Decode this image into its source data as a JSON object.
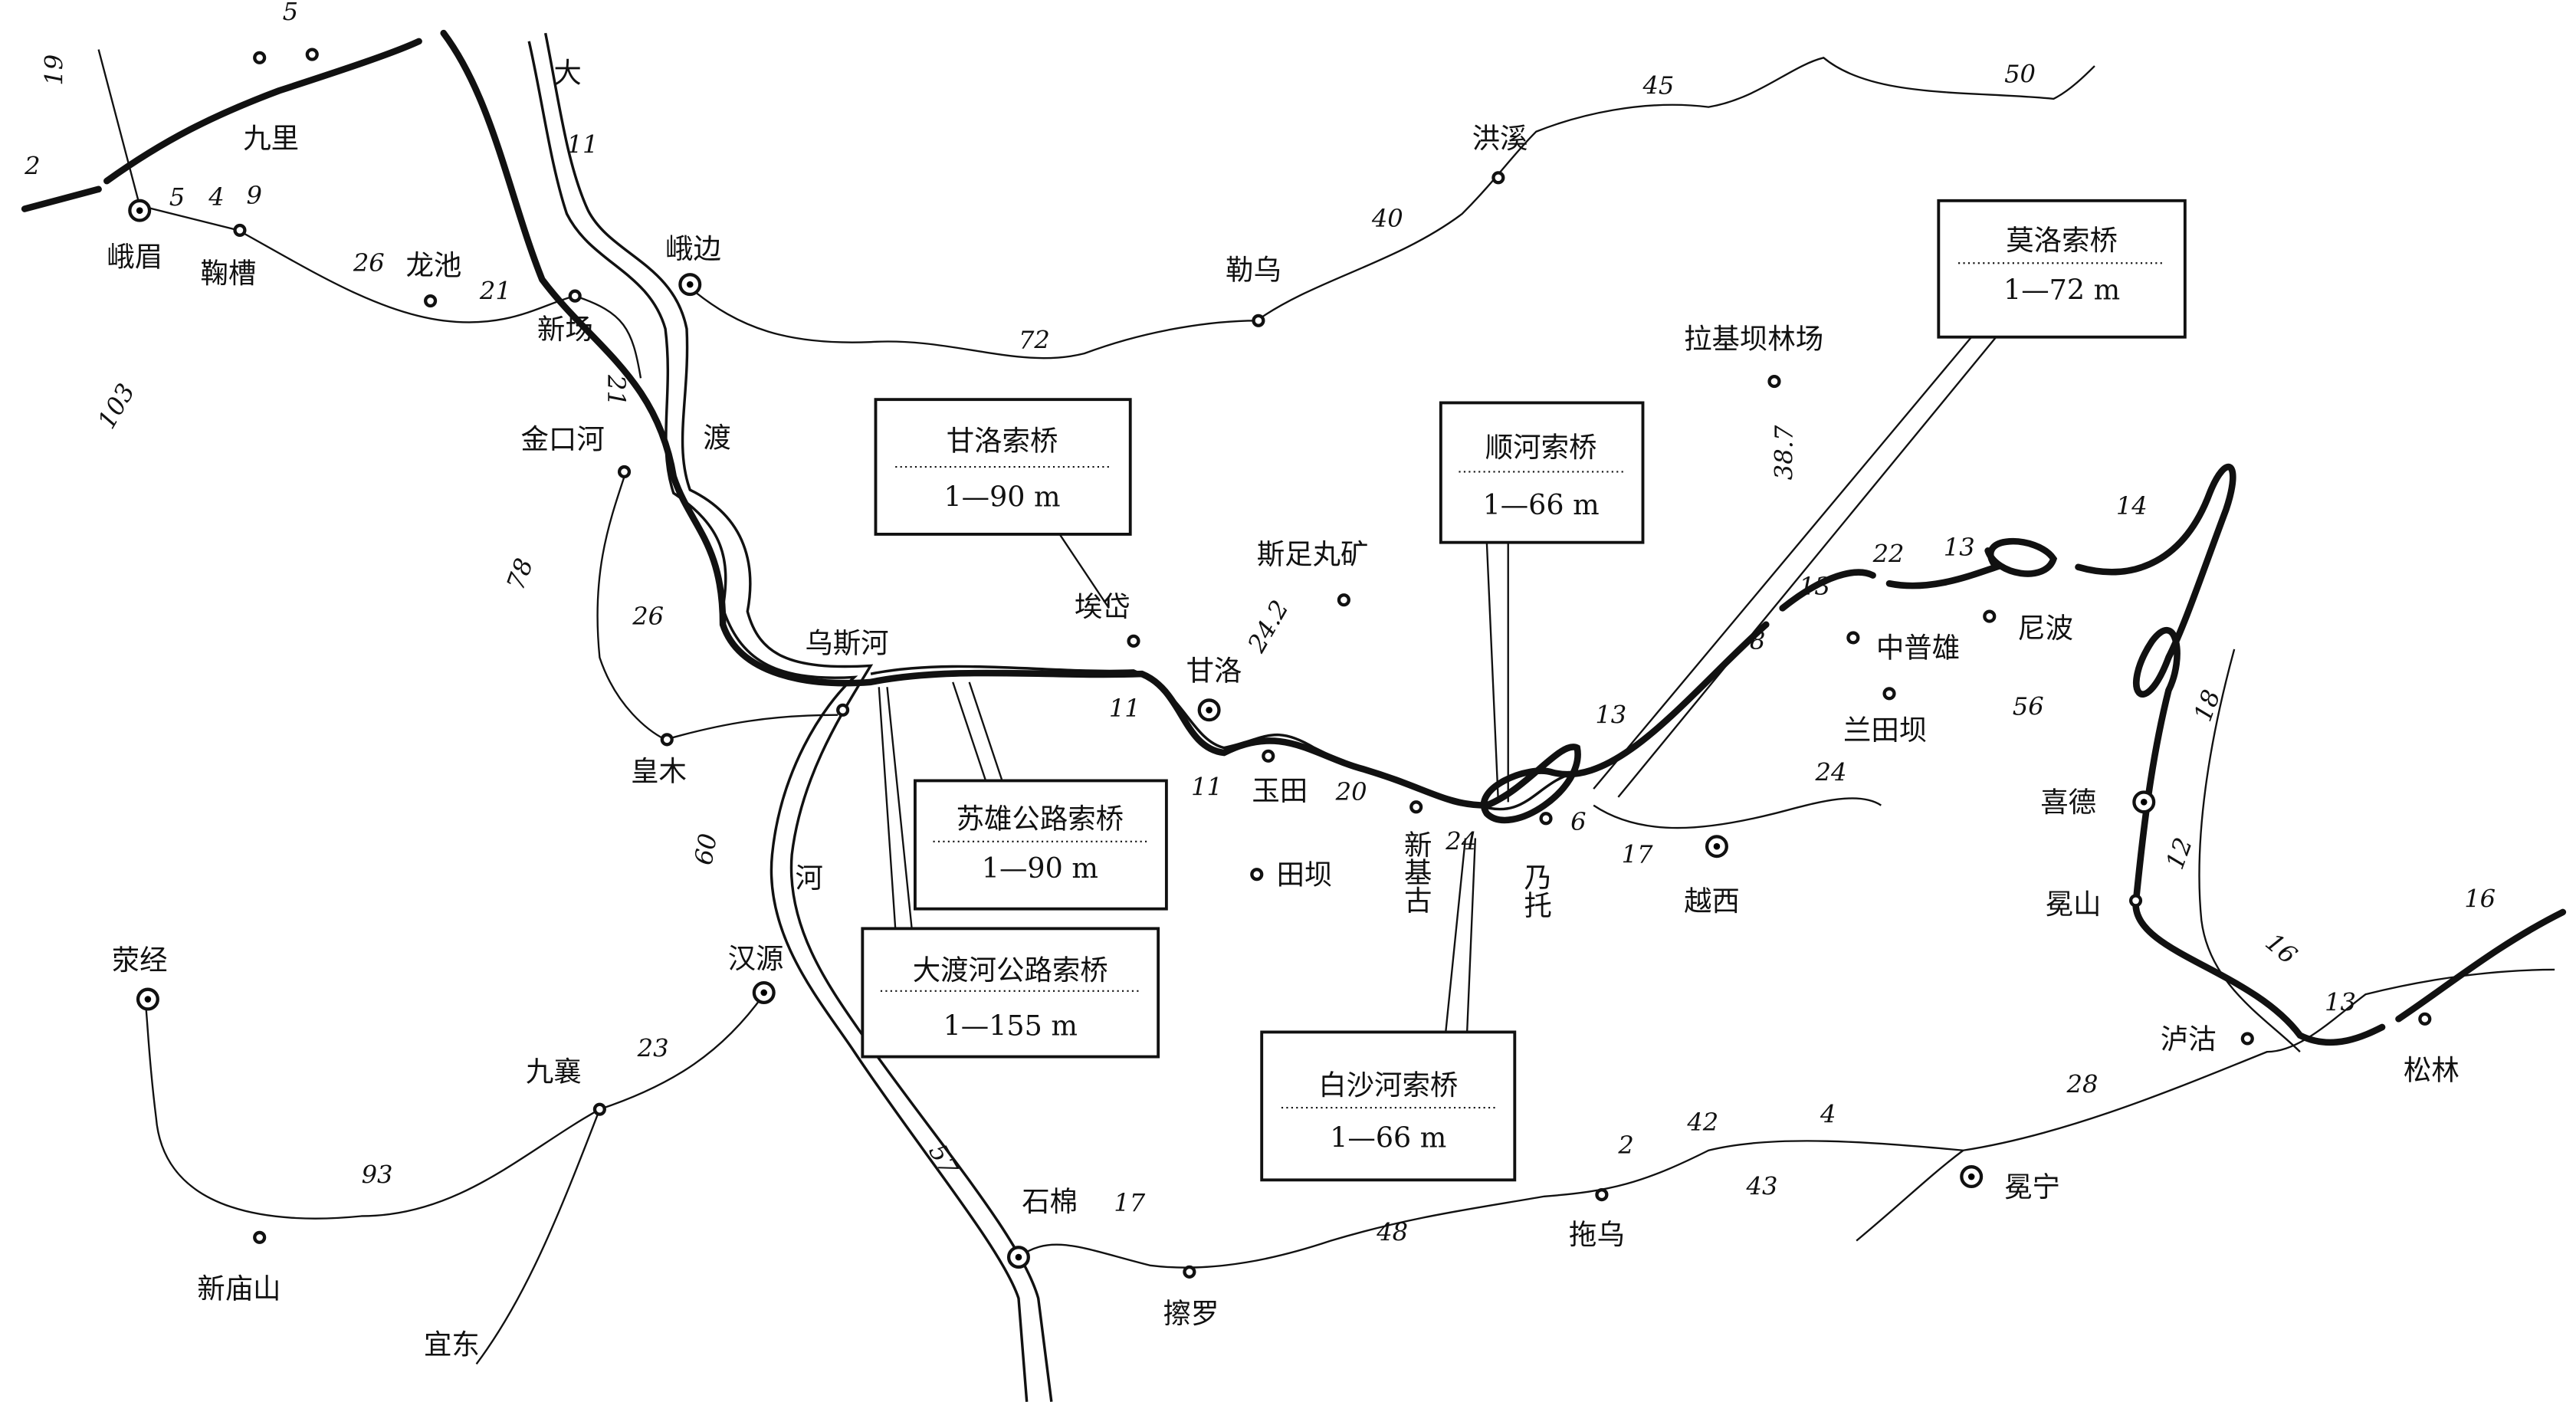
{
  "places": [
    "九里",
    "峨眉",
    "鞠槽",
    "龙池",
    "新场",
    "峨边",
    "金口河",
    "乌斯河",
    "皇木",
    "汉源",
    "荥经",
    "九襄",
    "新庙山",
    "宜东",
    "石棉",
    "擦罗",
    "拖乌",
    "冕宁",
    "泸沽",
    "松林",
    "冕山",
    "喜德",
    "尼波",
    "中普雄",
    "兰田坝",
    "越西",
    "乃托",
    "新基古",
    "田坝",
    "玉田",
    "甘洛",
    "埃岱",
    "斯足丸矿",
    "拉基坝林场",
    "勒乌",
    "洪溪"
  ],
  "river_label": [
    "大",
    "渡",
    "河"
  ],
  "distances": [
    "19",
    "2",
    "5",
    "4",
    "9",
    "5",
    "26",
    "21",
    "21",
    "11",
    "103",
    "78",
    "26",
    "60",
    "57",
    "23",
    "93",
    "72",
    "40",
    "45",
    "50",
    "11",
    "24.2",
    "11",
    "20",
    "24",
    "6",
    "17",
    "13",
    "24",
    "8",
    "13",
    "22",
    "13",
    "14",
    "56",
    "38.7",
    "18",
    "12",
    "16",
    "16",
    "13",
    "28",
    "2",
    "42",
    "4",
    "43",
    "48",
    "17"
  ],
  "bridges": [
    {
      "name": "甘洛索桥",
      "spec": "1—90 m"
    },
    {
      "name": "顺河索桥",
      "spec": "1—66 m"
    },
    {
      "name": "莫洛索桥",
      "spec": "1—72 m"
    },
    {
      "name": "苏雄公路索桥",
      "spec": "1—90 m"
    },
    {
      "name": "大渡河公路索桥",
      "spec": "1—155 m"
    },
    {
      "name": "白沙河索桥",
      "spec": "1—66 m"
    }
  ]
}
